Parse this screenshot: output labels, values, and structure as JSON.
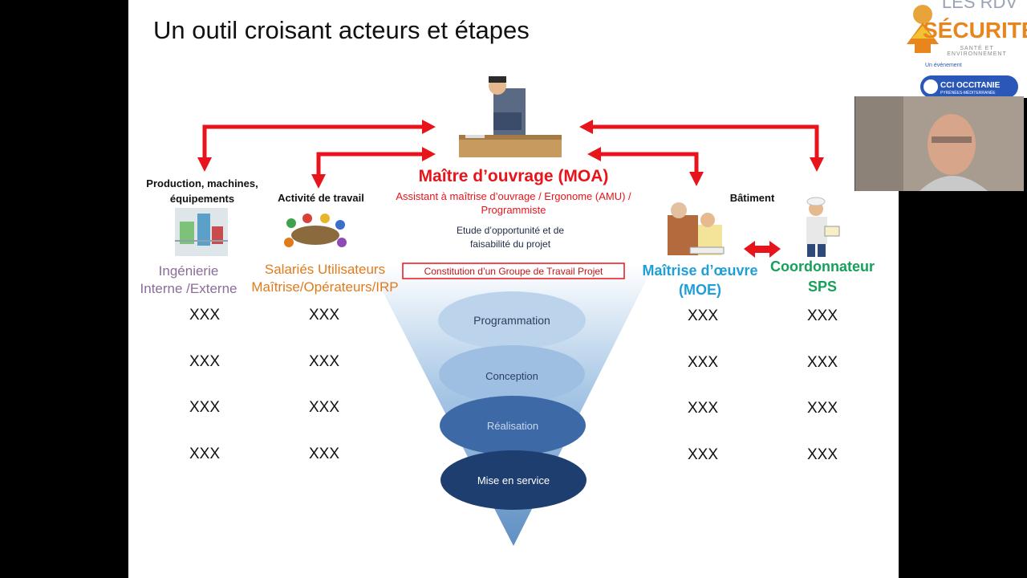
{
  "slide": {
    "title": "Un outil croisant acteurs et étapes",
    "moa": {
      "title": "Maître d’ouvrage (MOA)",
      "subtitle_line1": "Assistant à maîtrise d’ouvrage / Ergonome (AMU) /",
      "subtitle_line2": "Programmiste"
    },
    "categories": {
      "production_line1": "Production, machines,",
      "production_line2": "équipements",
      "activite": "Activité de travail",
      "batiment": "Bâtiment"
    },
    "actors": {
      "ingenierie_line1": "Ingénierie",
      "ingenierie_line2": "Interne /Externe",
      "salaries_line1": "Salariés Utilisateurs",
      "salaries_line2": "Maîtrise/Opérateurs/IRP",
      "moe_line1": "Maîtrise d’œuvre",
      "moe_line2": "(MOE)",
      "coord_line1": "Coordonnateur",
      "coord_line2": "SPS"
    },
    "funnel": {
      "etude_line1": "Etude d’opportunité et de",
      "etude_line2": "faisabilité du projet",
      "groupe": "Constitution d’un Groupe de Travail Projet",
      "stages": [
        "Programmation",
        "Conception",
        "Réalisation",
        "Mise en service"
      ]
    },
    "grid_cell": "XXX",
    "colors": {
      "red": "#e8141b",
      "ingenierie": "#8a6d99",
      "salaries": "#e07b1c",
      "moe": "#1f9fd8",
      "coord": "#16a05a"
    }
  },
  "brand": {
    "top_text": "LES RDV",
    "name": "SÉCURITÉ",
    "tagline": "SANTÉ ET ENVIRONNEMENT",
    "event": "Un événement",
    "cci_line1": "CCI OCCITANIE",
    "cci_line2": "PYRÉNÉES-MÉDITERRANÉE"
  }
}
